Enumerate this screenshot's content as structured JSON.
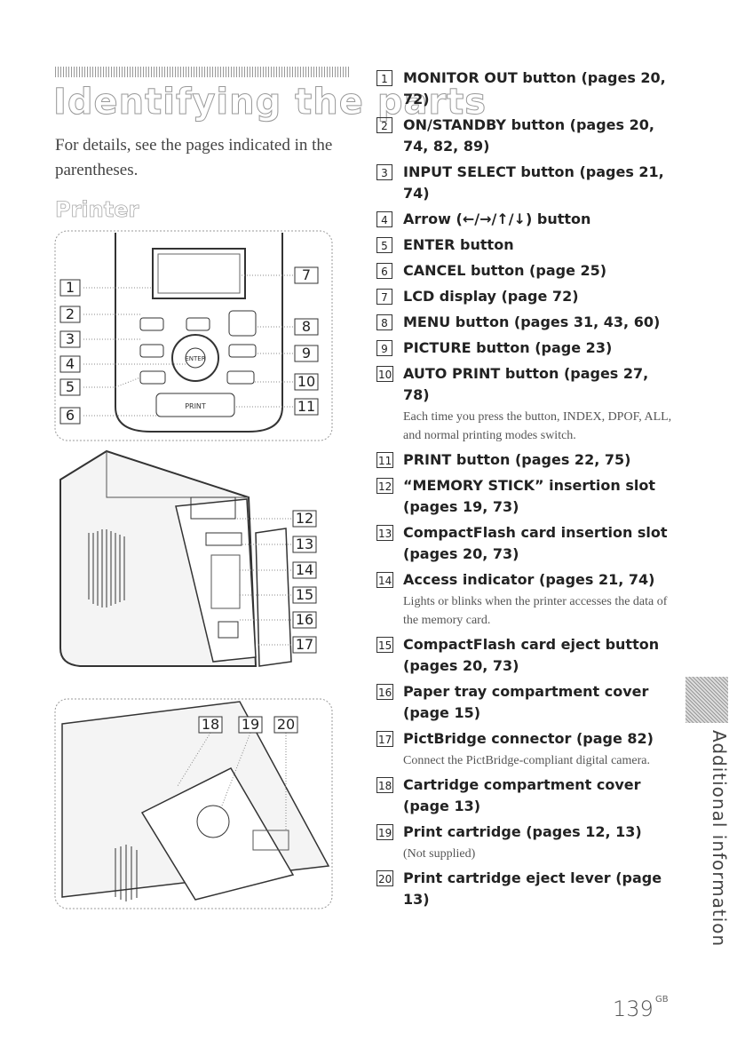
{
  "heading": "Identifying the parts",
  "intro": "For details, see the pages indicated in the parentheses.",
  "section": "Printer",
  "figure_numbers": {
    "top": [
      "1",
      "2",
      "3",
      "4",
      "5",
      "6",
      "7",
      "8",
      "9",
      "10",
      "11"
    ],
    "middle": [
      "12",
      "13",
      "14",
      "15",
      "16",
      "17"
    ],
    "bottom": [
      "18",
      "19",
      "20"
    ]
  },
  "device_labels": {
    "print": "PRINT",
    "enter": "ENTER"
  },
  "parts": [
    {
      "num": "1",
      "label": "MONITOR OUT button (pages 20, 72)"
    },
    {
      "num": "2",
      "label": "ON/STANDBY button (pages 20, 74, 82, 89)"
    },
    {
      "num": "3",
      "label": "INPUT SELECT button (pages 21, 74)"
    },
    {
      "num": "4",
      "label": "Arrow (←/→/↑/↓) button"
    },
    {
      "num": "5",
      "label": "ENTER button"
    },
    {
      "num": "6",
      "label": "CANCEL button (page 25)"
    },
    {
      "num": "7",
      "label": "LCD display (page 72)"
    },
    {
      "num": "8",
      "label": "MENU button (pages 31, 43, 60)"
    },
    {
      "num": "9",
      "label": "PICTURE button (page 23)"
    },
    {
      "num": "10",
      "label": "AUTO PRINT button (pages 27, 78)",
      "desc": "Each time you press the button, INDEX, DPOF, ALL, and normal printing modes switch."
    },
    {
      "num": "11",
      "label": "PRINT button (pages 22, 75)"
    },
    {
      "num": "12",
      "label": "“MEMORY STICK” insertion slot (pages 19, 73)"
    },
    {
      "num": "13",
      "label": "CompactFlash card insertion slot (pages 20, 73)"
    },
    {
      "num": "14",
      "label": "Access indicator (pages 21, 74)",
      "desc": "Lights or blinks when the printer accesses the data of the memory card."
    },
    {
      "num": "15",
      "label": "CompactFlash card eject button (pages 20, 73)"
    },
    {
      "num": "16",
      "label": "Paper tray compartment cover (page 15)"
    },
    {
      "num": "17",
      "label": "PictBridge connector (page 82)",
      "desc": "Connect the PictBridge-compliant digital camera."
    },
    {
      "num": "18",
      "label": "Cartridge compartment cover (page 13)"
    },
    {
      "num": "19",
      "label": "Print cartridge (pages 12, 13)",
      "desc": "(Not supplied)"
    },
    {
      "num": "20",
      "label": "Print cartridge eject lever (page 13)"
    }
  ],
  "side_tab": "Additional information",
  "page_number": "139",
  "page_suffix": "GB"
}
